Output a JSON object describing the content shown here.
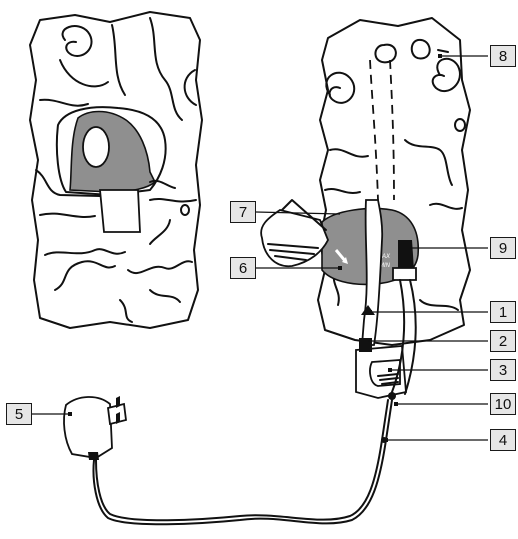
{
  "callouts": [
    {
      "id": "1",
      "label": "1"
    },
    {
      "id": "2",
      "label": "2"
    },
    {
      "id": "3",
      "label": "3"
    },
    {
      "id": "4",
      "label": "4"
    },
    {
      "id": "5",
      "label": "5"
    },
    {
      "id": "6",
      "label": "6"
    },
    {
      "id": "7",
      "label": "7"
    },
    {
      "id": "8",
      "label": "8"
    },
    {
      "id": "9",
      "label": "9"
    },
    {
      "id": "10",
      "label": "10"
    }
  ],
  "basin_marks": {
    "max": "MAX",
    "min": "MIN"
  },
  "colors": {
    "ink": "#111111",
    "callout_fill": "#e6e6e6",
    "basin_gray": "#8f8f8f"
  }
}
